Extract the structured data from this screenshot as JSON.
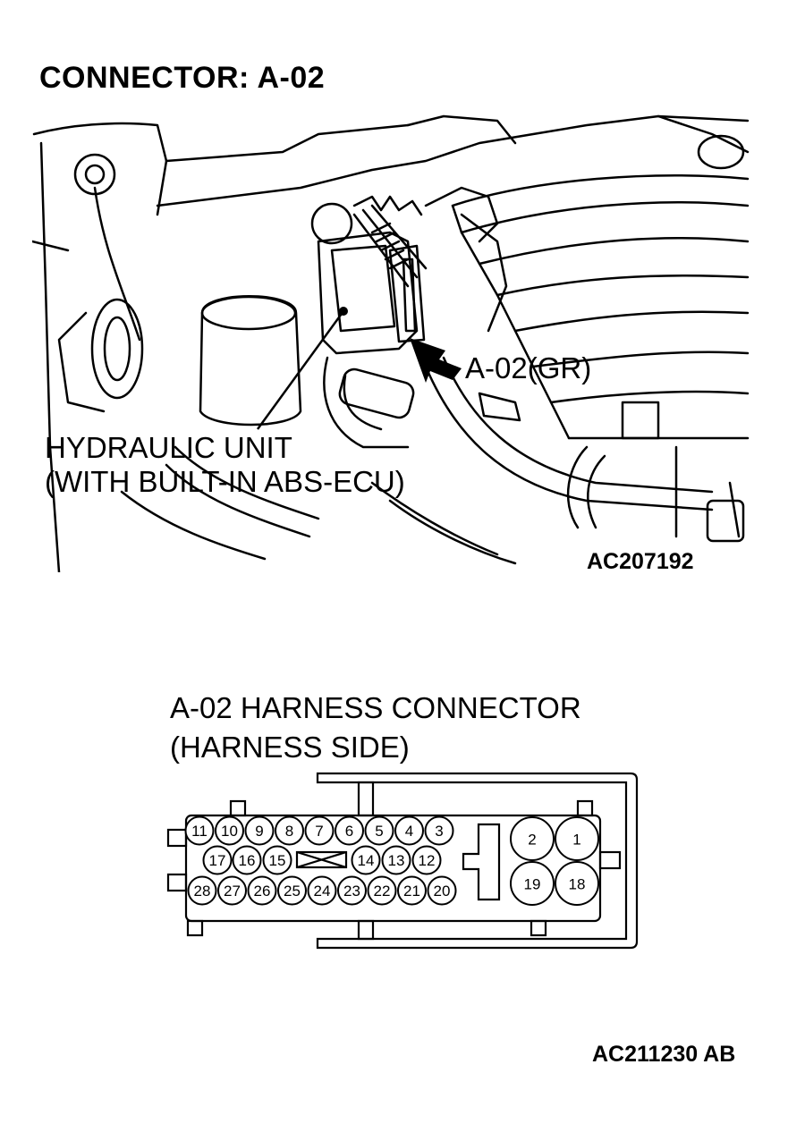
{
  "title": "CONNECTOR: A-02",
  "engine_view": {
    "unit_label_line1": "HYDRAULIC UNIT",
    "unit_label_line2": "(WITH BUILT-IN ABS-ECU)",
    "connector_label": "A-02(GR)",
    "figure_code": "AC207192"
  },
  "harness": {
    "title_line1": "A-02 HARNESS CONNECTOR",
    "title_line2": "(HARNESS SIDE)",
    "small_pins_row1": [
      "11",
      "10",
      "9",
      "8",
      "7",
      "6",
      "5",
      "4",
      "3"
    ],
    "small_pins_row2": [
      "17",
      "16",
      "15",
      "14",
      "13",
      "12"
    ],
    "small_pins_row3": [
      "28",
      "27",
      "26",
      "25",
      "24",
      "23",
      "22",
      "21",
      "20"
    ],
    "large_pins": [
      "2",
      "1",
      "19",
      "18"
    ],
    "figure_code": "AC211230 AB"
  }
}
